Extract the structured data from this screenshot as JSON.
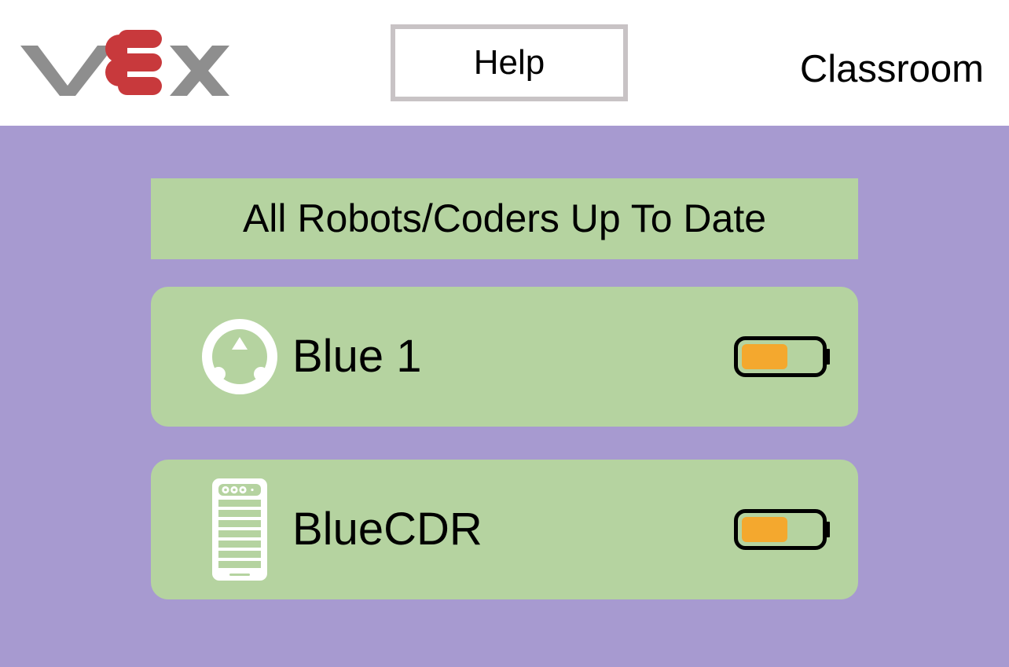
{
  "header": {
    "logo_alt": "VEX",
    "logo_colors": {
      "grey": "#8e8e8e",
      "red": "#c8393c"
    },
    "help_label": "Help",
    "classroom_label": "Classroom"
  },
  "main": {
    "background_color": "#a79ad0",
    "card_color": "#b5d3a0",
    "status_banner": "All Robots/Coders Up To Date",
    "devices": [
      {
        "name": "Blue 1",
        "icon": "robot-brain-icon",
        "battery_percent": 55,
        "battery_color": "#f4a82e"
      },
      {
        "name": "BlueCDR",
        "icon": "controller-icon",
        "battery_percent": 55,
        "battery_color": "#f4a82e"
      }
    ]
  }
}
